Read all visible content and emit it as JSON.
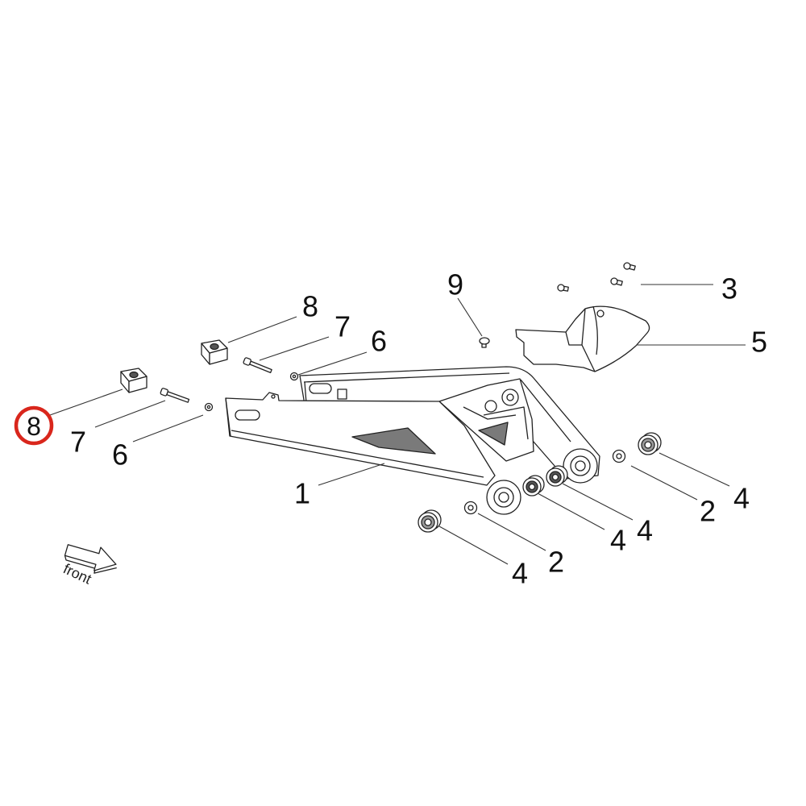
{
  "callouts": [
    "8",
    "7",
    "6",
    "9",
    "3",
    "5",
    "7",
    "6",
    "1",
    "2",
    "4",
    "4",
    "4",
    "2",
    "4"
  ],
  "highlighted_callout": "8",
  "direction_label": "front",
  "colors": {
    "highlight": "#d9261c",
    "line_art": "#222222",
    "shading": "#7a7a7a"
  }
}
